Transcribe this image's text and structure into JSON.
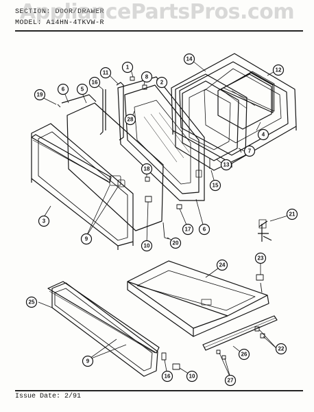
{
  "header": {
    "line1": "SECTION: DOOR/DRAWER",
    "line2": "MODEL: A14HN-4TKVW-R"
  },
  "watermark": "AppliancePartsPros.com",
  "footer": {
    "issue": "Issue Date: 2/91"
  },
  "callouts": [
    {
      "id": "c1",
      "label": "1"
    },
    {
      "id": "c2",
      "label": "2"
    },
    {
      "id": "c3",
      "label": "3"
    },
    {
      "id": "c4",
      "label": "4"
    },
    {
      "id": "c5",
      "label": "5"
    },
    {
      "id": "c6a",
      "label": "6"
    },
    {
      "id": "c6b",
      "label": "6"
    },
    {
      "id": "c7",
      "label": "7"
    },
    {
      "id": "c8",
      "label": "8"
    },
    {
      "id": "c9a",
      "label": "9"
    },
    {
      "id": "c9b",
      "label": "9"
    },
    {
      "id": "c10a",
      "label": "10"
    },
    {
      "id": "c10b",
      "label": "10"
    },
    {
      "id": "c11",
      "label": "11"
    },
    {
      "id": "c12",
      "label": "12"
    },
    {
      "id": "c13",
      "label": "13"
    },
    {
      "id": "c14",
      "label": "14"
    },
    {
      "id": "c15",
      "label": "15"
    },
    {
      "id": "c16a",
      "label": "16"
    },
    {
      "id": "c16b",
      "label": "16"
    },
    {
      "id": "c17",
      "label": "17"
    },
    {
      "id": "c18",
      "label": "18"
    },
    {
      "id": "c19",
      "label": "19"
    },
    {
      "id": "c20",
      "label": "20"
    },
    {
      "id": "c21",
      "label": "21"
    },
    {
      "id": "c22",
      "label": "22"
    },
    {
      "id": "c23",
      "label": "23"
    },
    {
      "id": "c24",
      "label": "24"
    },
    {
      "id": "c25",
      "label": "25"
    },
    {
      "id": "c26",
      "label": "26"
    },
    {
      "id": "c27",
      "label": "27"
    },
    {
      "id": "c28",
      "label": "28"
    }
  ]
}
